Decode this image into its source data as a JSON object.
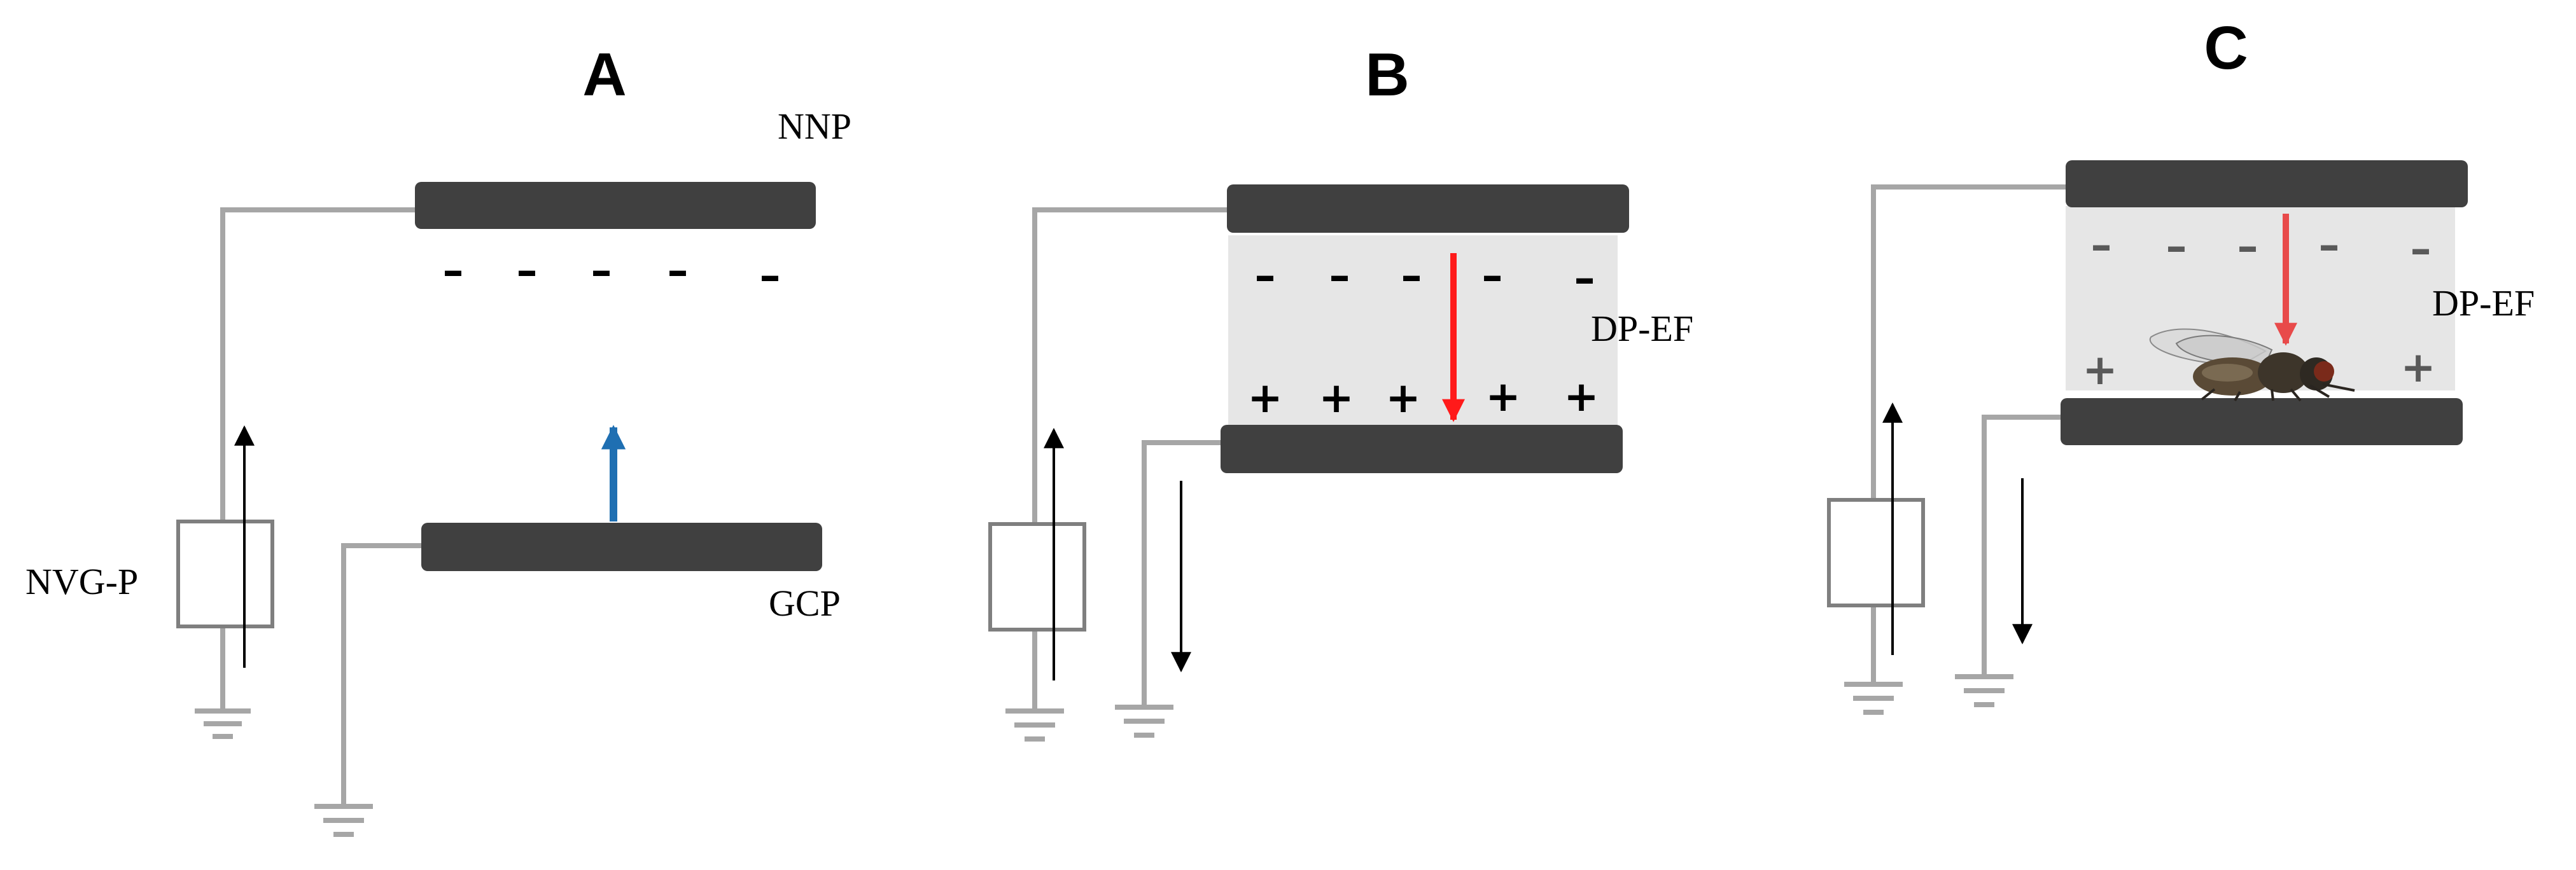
{
  "panels": [
    {
      "id": "A",
      "label": "A",
      "top_plate": "NNP",
      "bottom_plate": "GCP",
      "generator": "NVG-P",
      "top_charges": [
        "–",
        "–",
        "–",
        "–",
        "–"
      ],
      "bottom_charges": []
    },
    {
      "id": "B",
      "label": "B",
      "field": "DP-EF",
      "top_charges": [
        "–",
        "–",
        "–",
        "–",
        "–"
      ],
      "bottom_charges": [
        "+",
        "+",
        "+",
        "+",
        "+"
      ]
    },
    {
      "id": "C",
      "label": "C",
      "field": "DP-EF",
      "top_charges": [
        "–",
        "–",
        "–",
        "–",
        "–"
      ],
      "bottom_charges": [
        "+",
        "+"
      ],
      "specimen": "housefly"
    }
  ],
  "colors": {
    "plate": "#404040",
    "wire": "#a6a6a6",
    "field_region": "#e6e6e6",
    "blue_arrow": "#1f6fb2",
    "red_arrow": "#ff1a1a",
    "red_arrow_c": "#e84a4a"
  }
}
